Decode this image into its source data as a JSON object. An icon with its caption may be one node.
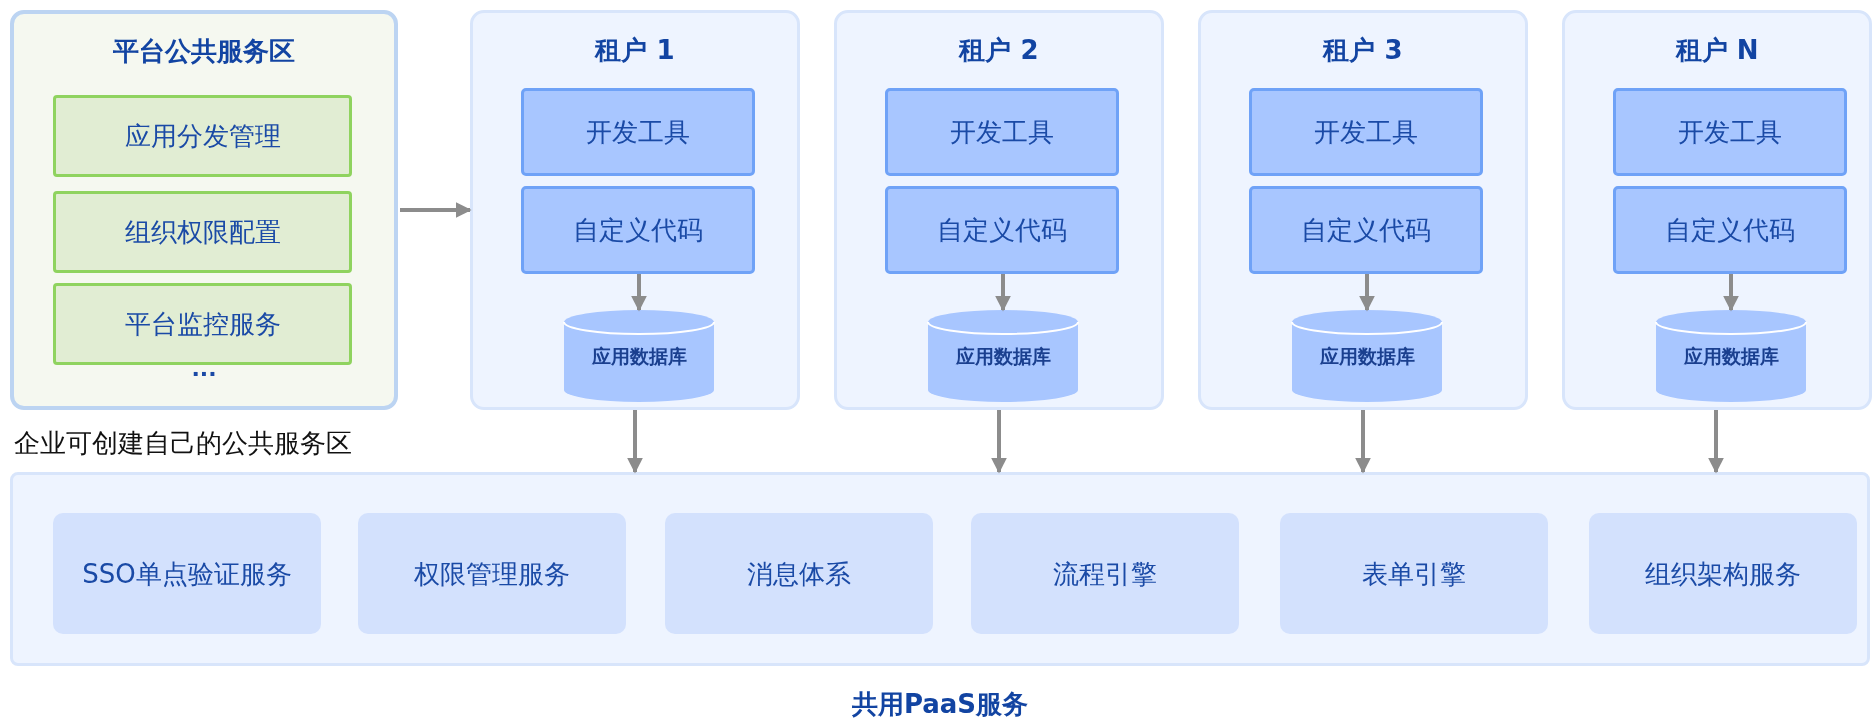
{
  "diagram": {
    "nodes": [
      {
        "text": [
          "平台公共服务区"
        ],
        "beside": [
          "企业可创建自己的公共服务区"
        ]
      },
      {
        "text": [
          "应用分发管理"
        ],
        "in": 0
      },
      {
        "text": [
          "组织权限配置"
        ],
        "in": 0
      },
      {
        "text": [
          "平台监控服务"
        ],
        "in": 0
      },
      {
        "text": [
          "租户 1"
        ]
      },
      {
        "text": [
          "开发工具"
        ],
        "in": 4
      },
      {
        "text": [
          "自定义代码"
        ],
        "in": 4
      },
      {
        "text": [
          "应用数据库"
        ],
        "in": 4
      },
      {
        "text": [
          "租户 2"
        ]
      },
      {
        "text": [
          "开发工具"
        ],
        "in": 8
      },
      {
        "text": [
          "自定义代码"
        ],
        "in": 8
      },
      {
        "text": [
          "应用数据库"
        ],
        "in": 8
      },
      {
        "text": [
          "租户 3"
        ]
      },
      {
        "text": [
          "开发工具"
        ],
        "in": 12
      },
      {
        "text": [
          "自定义代码"
        ],
        "in": 12
      },
      {
        "text": [
          "应用数据库"
        ],
        "in": 12
      },
      {
        "text": [
          "租户 N"
        ]
      },
      {
        "text": [
          "开发工具"
        ],
        "in": 16
      },
      {
        "text": [
          "自定义代码"
        ],
        "in": 16
      },
      {
        "text": [
          "应用数据库"
        ],
        "in": 16
      },
      {
        "text": [
          "共用PaaS服务"
        ]
      },
      {
        "text": [
          "SSO单点验证服务"
        ],
        "in": 20
      },
      {
        "text": [
          "权限管理服务"
        ],
        "in": 20
      },
      {
        "text": [
          "消息体系"
        ],
        "in": 20
      },
      {
        "text": [
          "流程引擎"
        ],
        "in": 20
      },
      {
        "text": [
          "表单引擎"
        ],
        "in": 20
      },
      {
        "text": [
          "组织架构服务"
        ],
        "in": 20
      }
    ],
    "edges": [
      {
        "from": 0,
        "to": 4,
        "arrow": "to"
      },
      {
        "from": 6,
        "to": 7,
        "arrow": "to"
      },
      {
        "from": 10,
        "to": 11,
        "arrow": "to"
      },
      {
        "from": 14,
        "to": 15,
        "arrow": "to"
      },
      {
        "from": 18,
        "to": 19,
        "arrow": "to"
      },
      {
        "from": 4,
        "to": 20,
        "arrow": "to"
      },
      {
        "from": 8,
        "to": 20,
        "arrow": "to"
      },
      {
        "from": 12,
        "to": 20,
        "arrow": "to"
      },
      {
        "from": 16,
        "to": 20,
        "arrow": "to"
      }
    ],
    "labels": [
      "..."
    ]
  }
}
